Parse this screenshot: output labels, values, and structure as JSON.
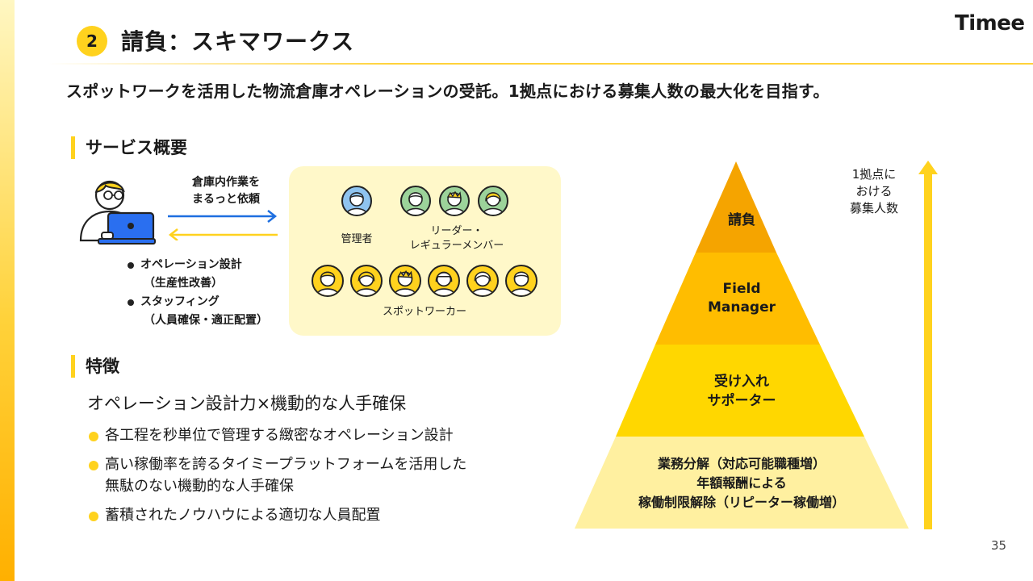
{
  "header": {
    "section_number": "2",
    "title": "請負：スキマワークス",
    "logo": "Timee"
  },
  "lead": "スポットワークを活用した物流倉庫オペレーションの受託。1拠点における募集人数の最大化を目指す。",
  "service_overview": {
    "heading": "サービス概要",
    "flow_label_line1": "倉庫内作業を",
    "flow_label_line2": "まるっと依頼",
    "bullets": [
      {
        "main": "オペレーション設計",
        "sub": "（生産性改善）"
      },
      {
        "main": "スタッフィング",
        "sub": "（人員確保・適正配置）"
      }
    ],
    "team": {
      "manager_label": "管理者",
      "leader_label_line1": "リーダー・",
      "leader_label_line2": "レギュラーメンバー",
      "spot_label": "スポットワーカー"
    }
  },
  "features": {
    "heading": "特徴",
    "subheading": "オペレーション設計力×機動的な人手確保",
    "items": [
      {
        "line1": "各工程を秒単位で管理する緻密なオペレーション設計",
        "line2": ""
      },
      {
        "line1": "高い稼働率を誇るタイミープラットフォームを活用した",
        "line2": "無駄のない機動的な人手確保"
      },
      {
        "line1": "蓄積されたノウハウによる適切な人員配置",
        "line2": ""
      }
    ]
  },
  "pyramid": {
    "levels": [
      {
        "lines": [
          "請負"
        ],
        "color": "#f5a400"
      },
      {
        "lines": [
          "Field",
          "Manager"
        ],
        "color": "#ffbd00"
      },
      {
        "lines": [
          "受け入れ",
          "サポーター"
        ],
        "color": "#ffd700"
      },
      {
        "lines": [
          "業務分解（対応可能職種増）",
          "年額報酬による",
          "稼働制限解除（リピーター稼働増）"
        ],
        "color": "#fff0a0"
      }
    ],
    "side_note_lines": [
      "1拠点に",
      "おける",
      "募集人数"
    ],
    "arrow_color": "#ffd21e"
  },
  "colors": {
    "accent": "#ffd21e",
    "arrow_blue": "#1e6fe0",
    "arrow_yellow": "#ffd21e",
    "laptop_blue": "#2a6ff0"
  },
  "page_number": "35"
}
